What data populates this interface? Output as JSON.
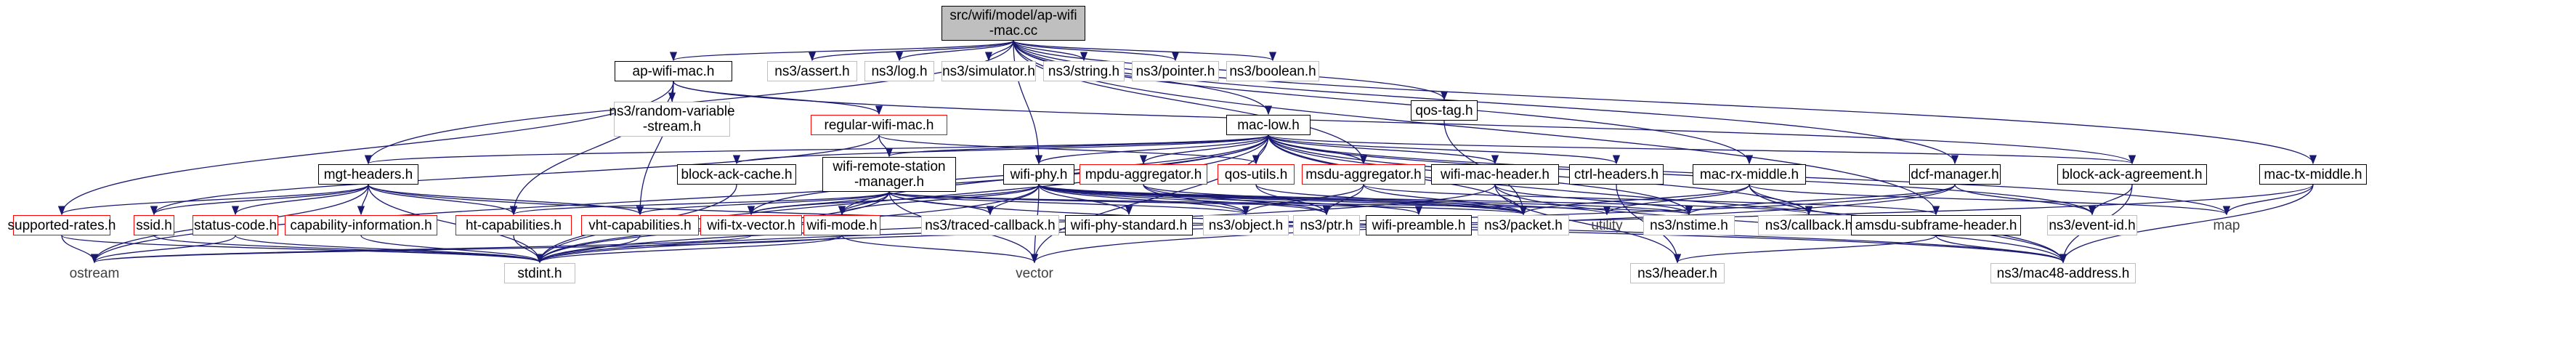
{
  "diagram": {
    "root": "src/wifi/model/ap-wifi\n-mac.cc",
    "edge_color": "#191970",
    "node_border_colors": {
      "documented": "#000000",
      "undocumented": "#ff0000",
      "external": "#bfbfbf",
      "root_fill": "#bfbfbf"
    },
    "nodes": {
      "root": "src/wifi/model/ap-wifi\n-mac.cc",
      "ap_wifi_mac": "ap-wifi-mac.h",
      "assert": "ns3/assert.h",
      "log": "ns3/log.h",
      "simulator": "ns3/simulator.h",
      "string": "ns3/string.h",
      "pointer": "ns3/pointer.h",
      "boolean": "ns3/boolean.h",
      "random_var": "ns3/random-variable\n-stream.h",
      "regular_wifi_mac": "regular-wifi-mac.h",
      "qos_tag": "qos-tag.h",
      "mac_low": "mac-low.h",
      "mgt_headers": "mgt-headers.h",
      "block_ack_cache": "block-ack-cache.h",
      "wifi_remote": "wifi-remote-station\n-manager.h",
      "wifi_phy": "wifi-phy.h",
      "mpdu_aggregator": "mpdu-aggregator.h",
      "qos_utils": "qos-utils.h",
      "msdu_aggregator": "msdu-aggregator.h",
      "wifi_mac_header": "wifi-mac-header.h",
      "ctrl_headers": "ctrl-headers.h",
      "mac_rx_middle": "mac-rx-middle.h",
      "dcf_manager": "dcf-manager.h",
      "block_ack_agreement": "block-ack-agreement.h",
      "mac_tx_middle": "mac-tx-middle.h",
      "supported_rates": "supported-rates.h",
      "ssid": "ssid.h",
      "status_code": "status-code.h",
      "capability_info": "capability-information.h",
      "ht_capabilities": "ht-capabilities.h",
      "vht_capabilities": "vht-capabilities.h",
      "wifi_tx_vector": "wifi-tx-vector.h",
      "wifi_mode": "wifi-mode.h",
      "traced_callback": "ns3/traced-callback.h",
      "wifi_phy_standard": "wifi-phy-standard.h",
      "object": "ns3/object.h",
      "ptr": "ns3/ptr.h",
      "wifi_preamble": "wifi-preamble.h",
      "packet": "ns3/packet.h",
      "utility": "utility",
      "nstime": "ns3/nstime.h",
      "callback": "ns3/callback.h",
      "amsdu_subframe": "amsdu-subframe-header.h",
      "event_id": "ns3/event-id.h",
      "map": "map",
      "ostream": "ostream",
      "stdint": "stdint.h",
      "vector": "vector",
      "header": "ns3/header.h",
      "mac48": "ns3/mac48-address.h"
    }
  }
}
